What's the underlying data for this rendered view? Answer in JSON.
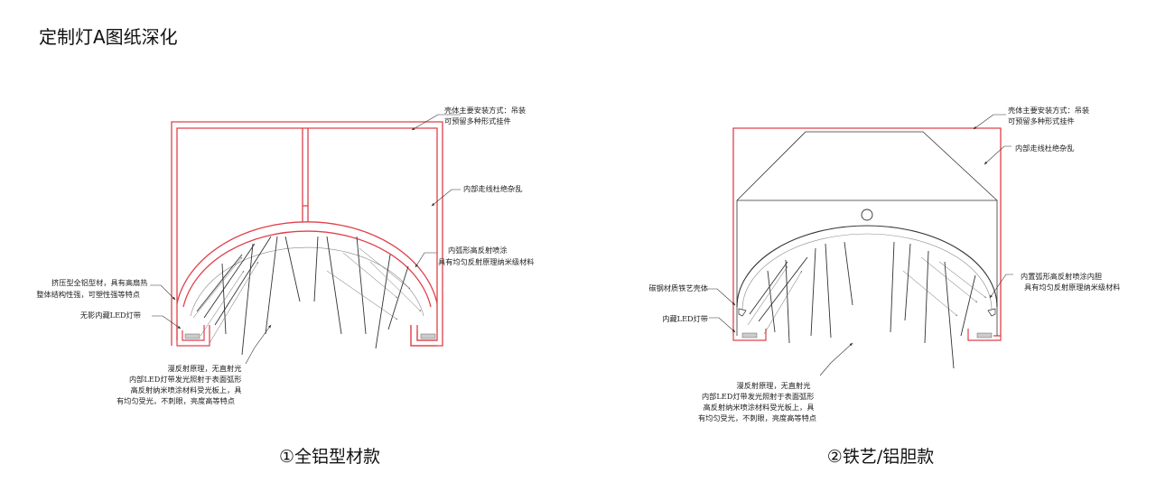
{
  "page_title": "定制灯A图纸深化",
  "left": {
    "caption": "①全铝型材款",
    "notes": {
      "mount": [
        "壳体主要安装方式：吊装",
        "可预留多种形式挂件"
      ],
      "wiring": [
        "内部走线杜绝杂乱"
      ],
      "coating": [
        "内弧形高反射喷涂",
        "具有均匀反射原理纳米级材料"
      ],
      "profile": [
        "挤压型全铝型材，具有高扇热",
        "整体结构性强，可塑性强等特点"
      ],
      "led": [
        "无影内藏LED灯带"
      ],
      "diffuse": [
        "漫反射原理，无直射光",
        "内部LED灯带发光照射于表面弧形",
        "高反射纳米喷涂材料受光板上，具",
        "有均匀受光，不刺眼，亮度高等特点"
      ]
    }
  },
  "right": {
    "caption": "②铁艺/铝胆款",
    "notes": {
      "mount": [
        "壳体主要安装方式：吊装",
        "可预留多种形式挂件"
      ],
      "wiring": [
        "内部走线杜绝杂乱"
      ],
      "shell": [
        "碳钢材质铁艺壳体"
      ],
      "liner": [
        "内置弧形高反射喷涂内胆",
        "具有均匀反射原理纳米级材料"
      ],
      "led": [
        "内藏LED灯带"
      ],
      "diffuse": [
        "漫反射原理，无直射光",
        "内部LED灯带发光照射于表面弧形",
        "高反射纳米喷涂材料受光板上，具",
        "有均匀受光，不刺眼，亮度高等特点"
      ]
    }
  },
  "colors": {
    "outline": "#e0404a",
    "line": "#333333",
    "text": "#111111"
  }
}
